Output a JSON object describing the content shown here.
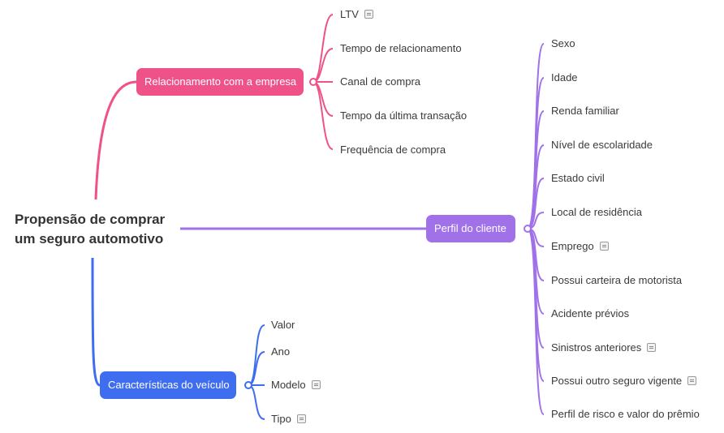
{
  "central_topic": {
    "line1": "Propensão de comprar",
    "line2": "um seguro automotivo"
  },
  "colors": {
    "pink": "#ee5288",
    "purple": "#a071e8",
    "blue": "#3f6df0"
  },
  "branches": {
    "relacionamento": {
      "label": "Relacionamento com a empresa",
      "children": [
        {
          "label": "LTV",
          "note": true
        },
        {
          "label": "Tempo de relacionamento",
          "note": false
        },
        {
          "label": "Canal de compra",
          "note": false
        },
        {
          "label": "Tempo da última transação",
          "note": false
        },
        {
          "label": "Frequência de compra",
          "note": false
        }
      ]
    },
    "perfil": {
      "label": "Perfil do cliente",
      "children": [
        {
          "label": "Sexo",
          "note": false
        },
        {
          "label": "Idade",
          "note": false
        },
        {
          "label": "Renda familiar",
          "note": false
        },
        {
          "label": "Nível de escolaridade",
          "note": false
        },
        {
          "label": "Estado civil",
          "note": false
        },
        {
          "label": "Local de residência",
          "note": false
        },
        {
          "label": "Emprego",
          "note": true
        },
        {
          "label": "Possui carteira de motorista",
          "note": false
        },
        {
          "label": "Acidente prévios",
          "note": false
        },
        {
          "label": "Sinistros anteriores",
          "note": true
        },
        {
          "label": "Possui outro seguro vigente",
          "note": true
        },
        {
          "label": "Perfil de risco e valor do prêmio",
          "note": false
        }
      ]
    },
    "veiculo": {
      "label": "Características do veículo",
      "children": [
        {
          "label": "Valor",
          "note": false
        },
        {
          "label": "Ano",
          "note": false
        },
        {
          "label": "Modelo",
          "note": true
        },
        {
          "label": "Tipo",
          "note": true
        }
      ]
    }
  }
}
